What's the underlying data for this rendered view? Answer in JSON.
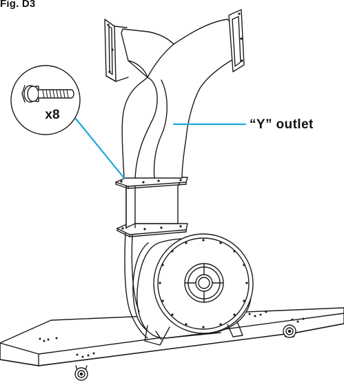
{
  "figure": {
    "label": "Fig. D3"
  },
  "bolt_callout": {
    "quantity": "x8",
    "icon": "flange-bolt-icon"
  },
  "outlet_callout": {
    "label": "“Y” outlet"
  },
  "colors": {
    "leader_line": "#1ea8d8",
    "stroke": "#1a1a1a",
    "background": "#ffffff"
  }
}
